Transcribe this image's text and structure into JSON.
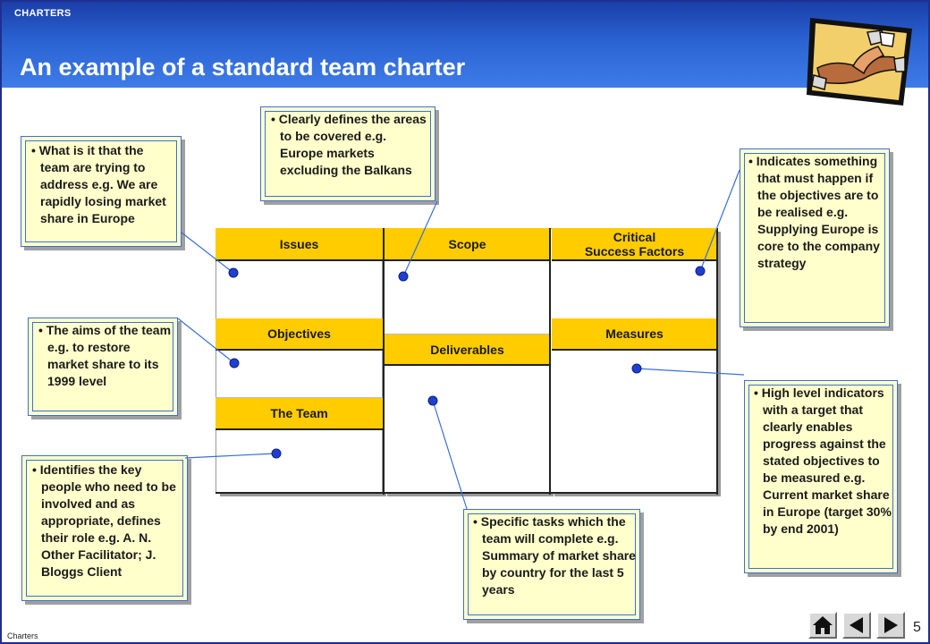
{
  "header": {
    "section_label": "CHARTERS",
    "title": "An example of a standard team charter"
  },
  "charter": {
    "issues": "Issues",
    "scope": "Scope",
    "csf": "Critical\nSuccess Factors",
    "objectives": "Objectives",
    "deliverables": "Deliverables",
    "measures": "Measures",
    "team": "The Team"
  },
  "callouts": {
    "issues": "• What is it that the team are trying to address e.g. We are rapidly losing market share in Europe",
    "scope": "• Clearly defines the areas to be covered e.g. Europe markets excluding the Balkans",
    "csf": "• Indicates something that must happen if the objectives are to be realised e.g. Supplying Europe is core to the company strategy",
    "objectives": "• The aims of the team e.g. to restore market share to its 1999 level",
    "team": "• Identifies the key people who need to be involved and as appropriate, defines their role e.g. A. N. Other Facilitator; J. Bloggs Client",
    "deliverables": "• Specific tasks which the team will complete e.g. Summary of market share by country for the last 5 years",
    "measures": "• High level indicators with a target that clearly enables progress against the stated objectives to be measured e.g. Current market share in Europe (target 30% by end 2001)"
  },
  "footer": {
    "label": "Charters",
    "page_number": "5"
  },
  "nav": {
    "home_icon": "home-icon",
    "back_icon": "triangle-left-icon",
    "forward_icon": "triangle-right-icon"
  },
  "colors": {
    "header_blue": "#2a62d2",
    "header_yellow": "#ffcc00",
    "callout_fill": "#ffffcc",
    "callout_border": "#3a6fd6",
    "connector_dot": "#1f3fd0"
  }
}
